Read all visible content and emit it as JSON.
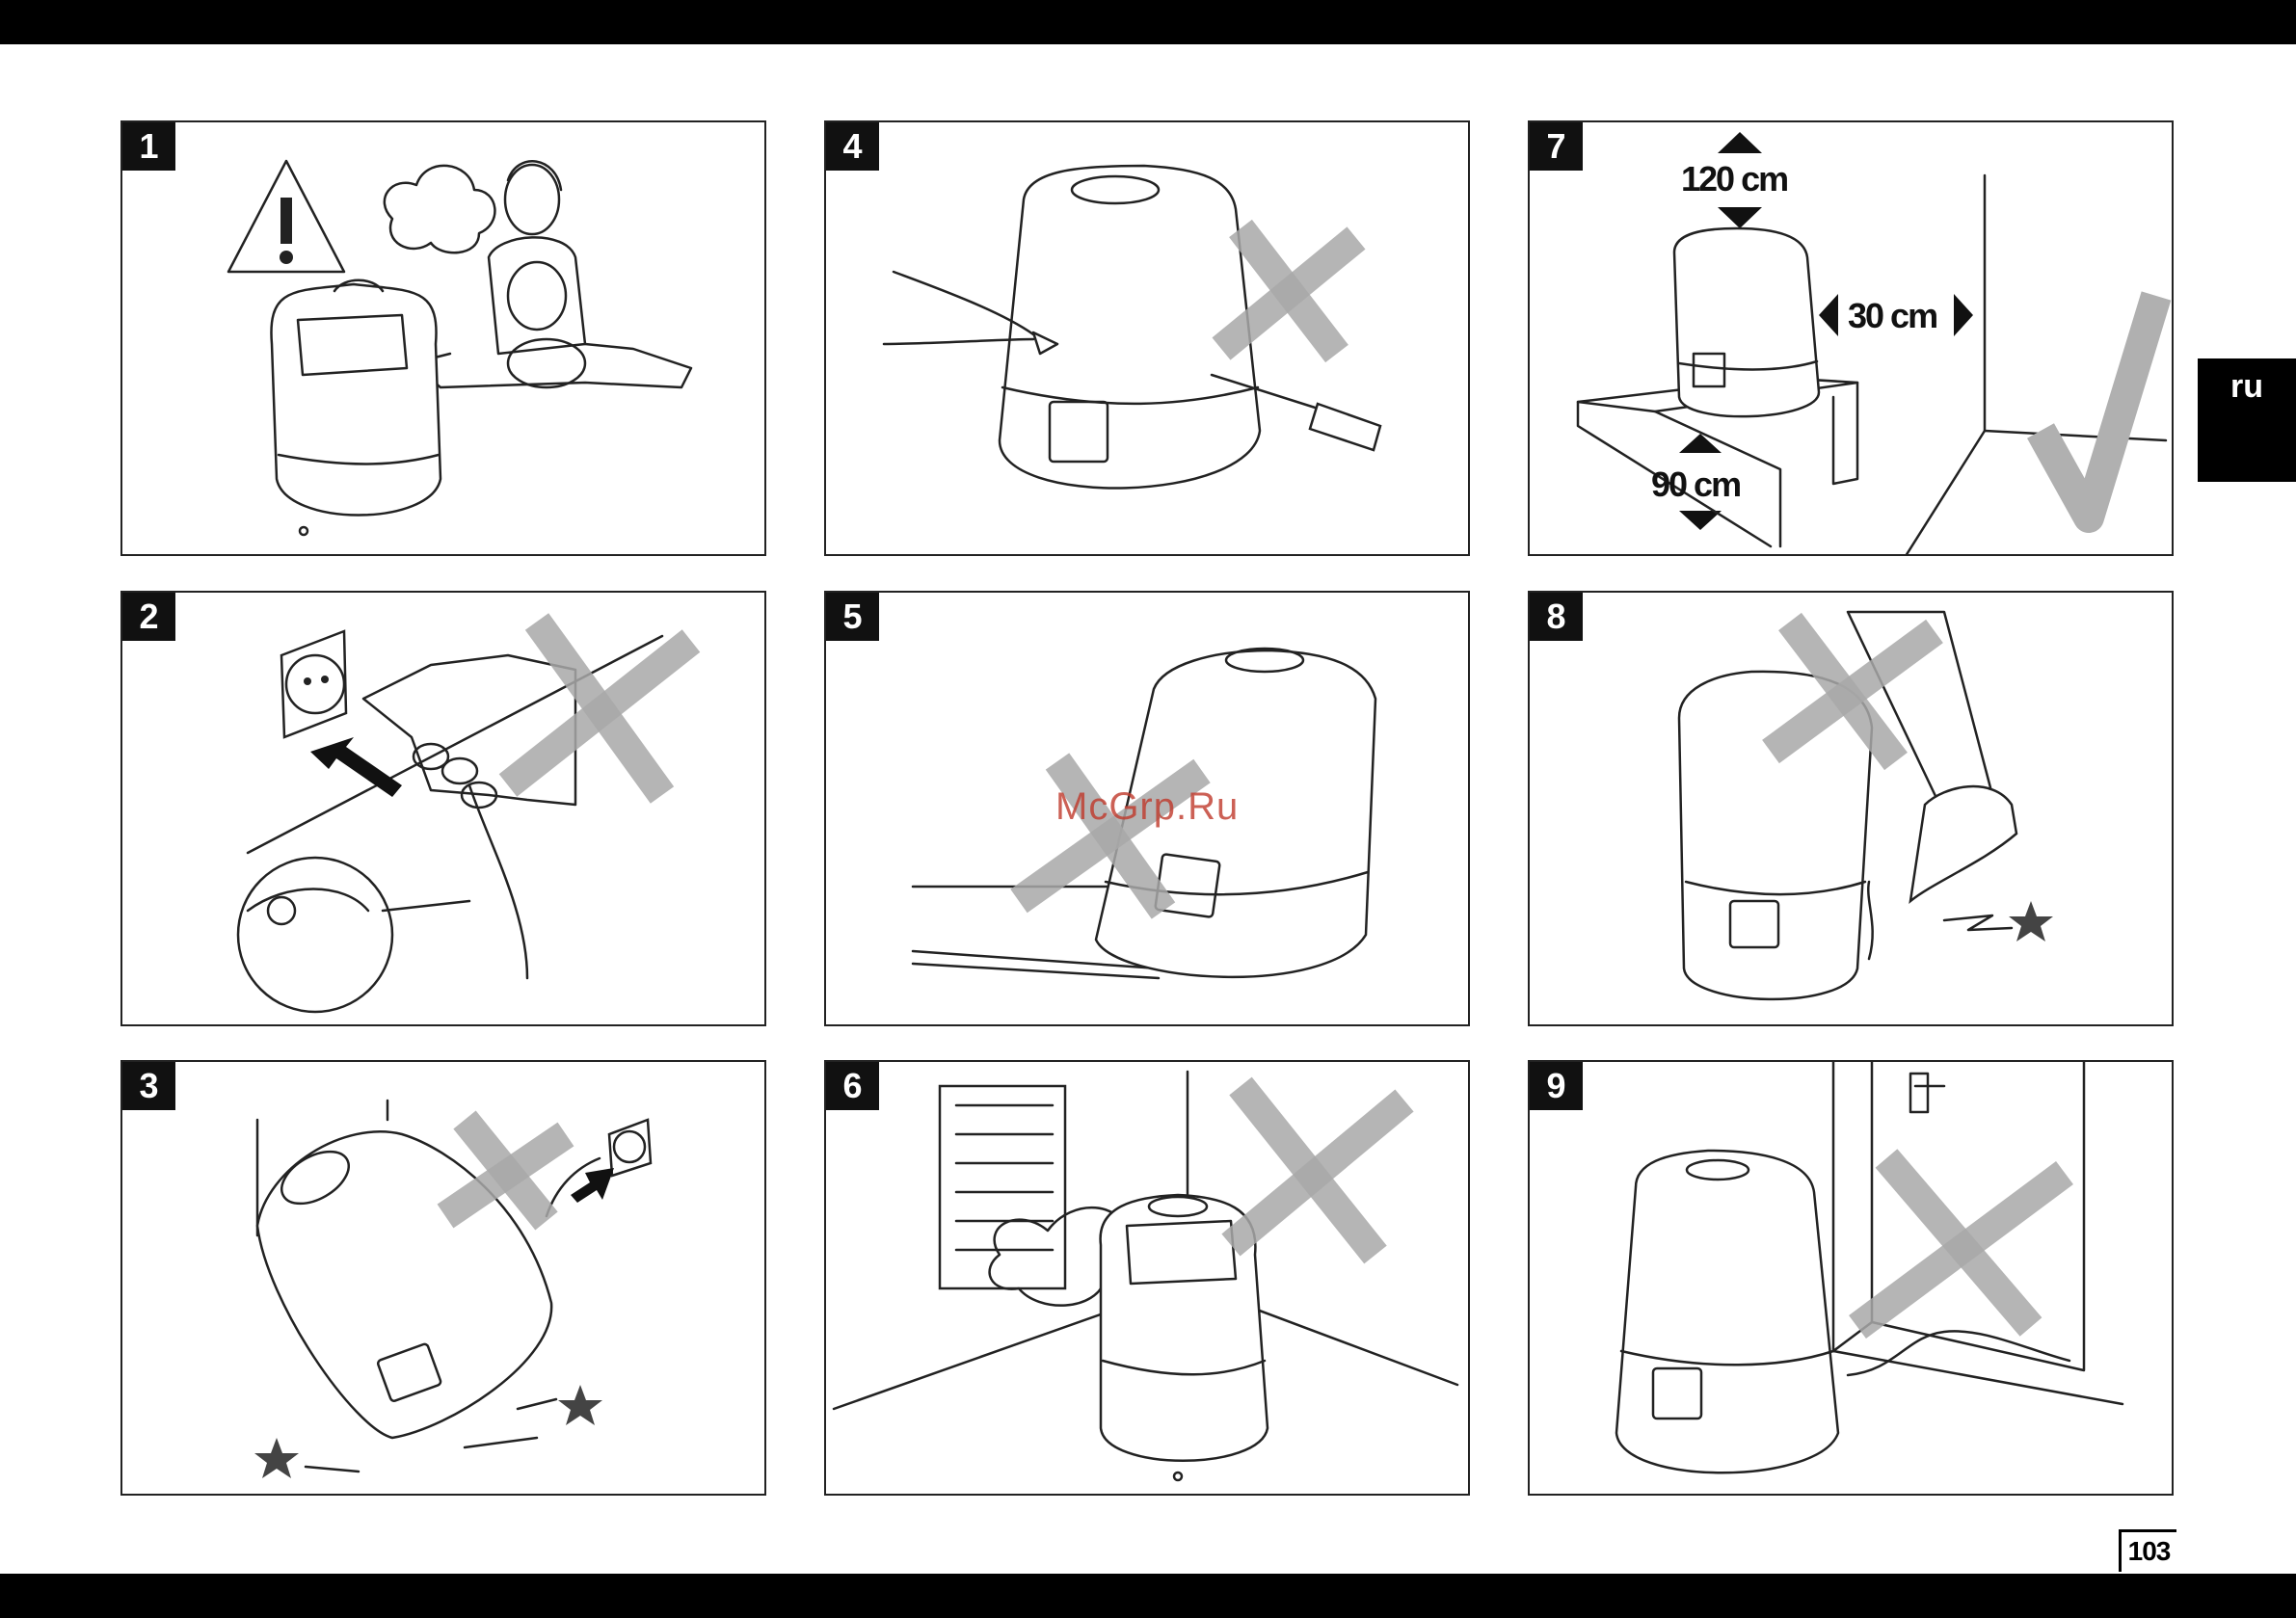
{
  "panels": [
    {
      "number": "1"
    },
    {
      "number": "2"
    },
    {
      "number": "3"
    },
    {
      "number": "4"
    },
    {
      "number": "5"
    },
    {
      "number": "6"
    },
    {
      "number": "7",
      "measures": {
        "height_clearance": "120 cm",
        "side_clearance": "30 cm",
        "stand_height": "90 cm"
      }
    },
    {
      "number": "8"
    },
    {
      "number": "9"
    }
  ],
  "language_tab": "ru",
  "page_number": "103",
  "watermark": "McGrp.Ru",
  "colors": {
    "bars": "#000000",
    "x_mark": "#a9a9a9",
    "check_mark": "#b0b0b0"
  }
}
